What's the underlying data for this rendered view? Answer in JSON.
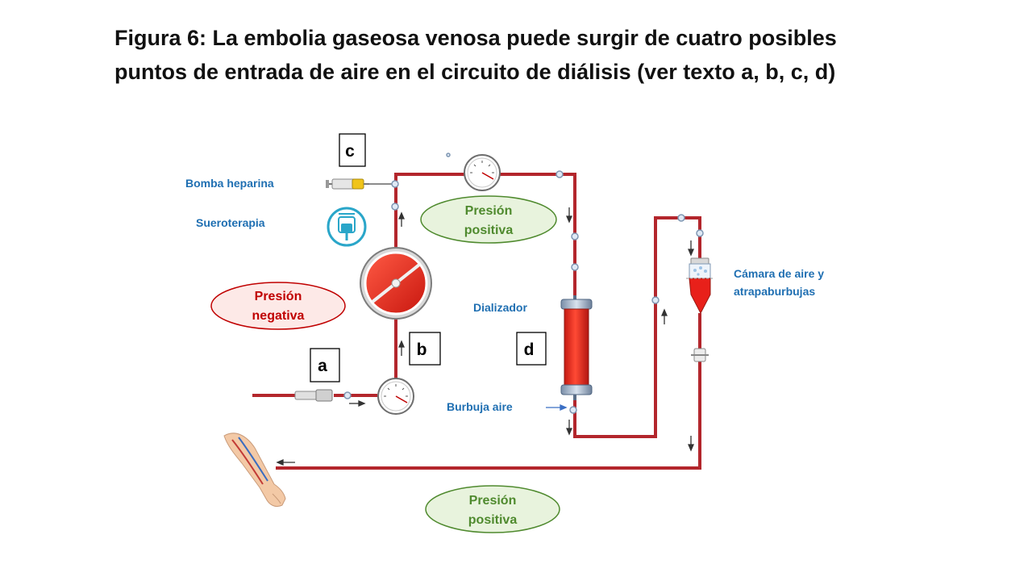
{
  "title": {
    "line1": "Figura 6: La embolia gaseosa venosa puede surgir de cuatro posibles",
    "line2": "puntos de entrada de aire en el circuito de diálisis (ver texto a, b, c, d)"
  },
  "labels": {
    "bomba_heparina": "Bomba heparina",
    "sueroterapia": "Sueroterapia",
    "dializador": "Dializador",
    "camara_line1": "Cámara de aire y",
    "camara_line2": "atrapaburbujas",
    "burbuja_aire": "Burbuja aire"
  },
  "ellipses": {
    "presion_negativa": {
      "line1": "Presión",
      "line2": "negativa"
    },
    "presion_positiva_top": {
      "line1": "Presión",
      "line2": "positiva"
    },
    "presion_positiva_bottom": {
      "line1": "Presión",
      "line2": "positiva"
    }
  },
  "entry_points": {
    "a": "a",
    "b": "b",
    "c": "c",
    "d": "d"
  },
  "colors": {
    "tubing": "#b3262c",
    "blue_label": "#1f6fb2",
    "negative": "#c00000",
    "positive": "#4f8a2e",
    "negative_fill": "#fde9e7",
    "positive_fill": "#e8f3dd"
  }
}
